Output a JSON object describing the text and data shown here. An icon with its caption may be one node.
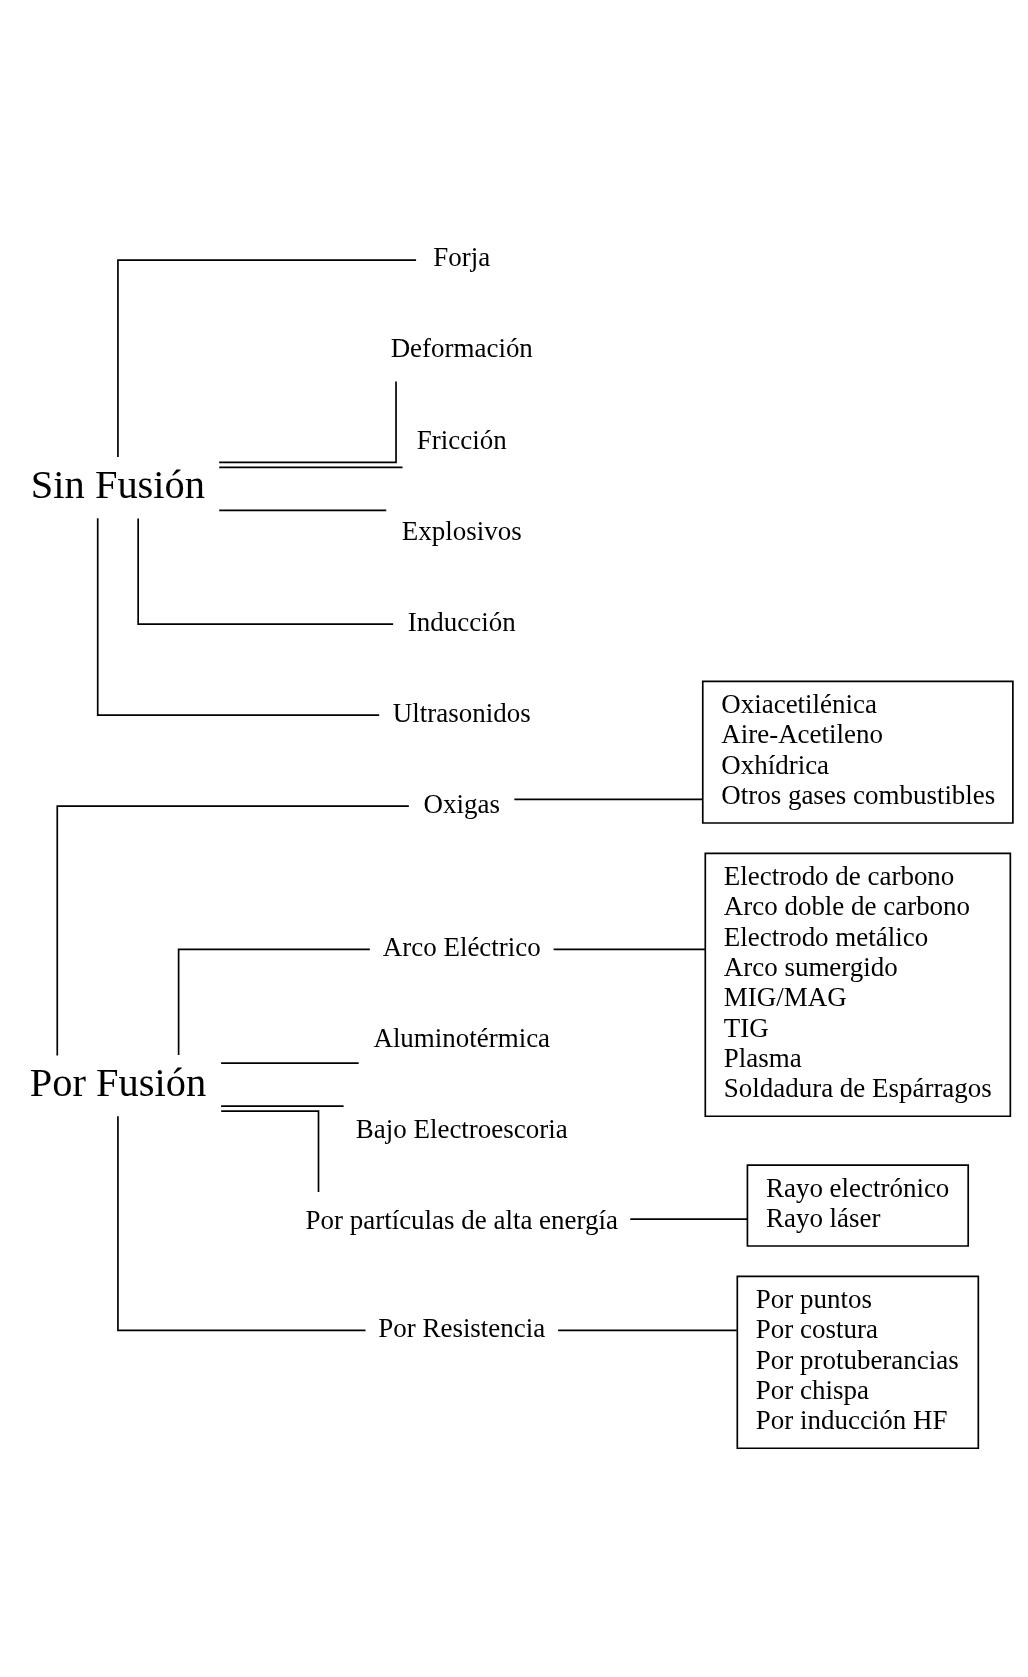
{
  "diagram": {
    "nodes": [
      {
        "text": [
          "Por Fusión"
        ]
      },
      {
        "text": [
          "Oxigas"
        ]
      },
      {
        "text": [
          "Oxiacetilénica",
          "Aire-Acetileno",
          "Oxhídrica",
          "Otros gases combustibles"
        ]
      },
      {
        "text": [
          "Arco Eléctrico"
        ]
      },
      {
        "text": [
          "Electrodo de carbono",
          "Arco doble de carbono",
          "Electrodo metálico",
          "Arco sumergido",
          "MIG/MAG",
          "TIG",
          "Plasma",
          "Soldadura de Espárragos"
        ]
      },
      {
        "text": [
          "Aluminotérmica"
        ]
      },
      {
        "text": [
          "Bajo Electroescoria"
        ]
      },
      {
        "text": [
          "Por partículas de alta energía"
        ]
      },
      {
        "text": [
          "Rayo electrónico",
          "Rayo láser"
        ]
      },
      {
        "text": [
          "Por Resistencia"
        ]
      },
      {
        "text": [
          "Por puntos",
          "Por costura",
          "Por protuberancias",
          "Por chispa",
          "Por inducción HF"
        ]
      },
      {
        "text": [
          "Sin Fusión"
        ]
      },
      {
        "text": [
          "Forja"
        ]
      },
      {
        "text": [
          "Deformación"
        ]
      },
      {
        "text": [
          "Fricción"
        ]
      },
      {
        "text": [
          "Explosivos"
        ]
      },
      {
        "text": [
          "Inducción"
        ]
      },
      {
        "text": [
          "Ultrasonidos"
        ]
      }
    ],
    "edges": [
      {
        "from": 0,
        "to": 1,
        "arrow": "none"
      },
      {
        "from": 1,
        "to": 2,
        "arrow": "none"
      },
      {
        "from": 0,
        "to": 3,
        "arrow": "none"
      },
      {
        "from": 3,
        "to": 4,
        "arrow": "none"
      },
      {
        "from": 0,
        "to": 5,
        "arrow": "none"
      },
      {
        "from": 0,
        "to": 6,
        "arrow": "none"
      },
      {
        "from": 0,
        "to": 7,
        "arrow": "none"
      },
      {
        "from": 7,
        "to": 8,
        "arrow": "none"
      },
      {
        "from": 0,
        "to": 9,
        "arrow": "none"
      },
      {
        "from": 9,
        "to": 10,
        "arrow": "none"
      },
      {
        "from": 11,
        "to": 12,
        "arrow": "none"
      },
      {
        "from": 11,
        "to": 13,
        "arrow": "none"
      },
      {
        "from": 11,
        "to": 14,
        "arrow": "none"
      },
      {
        "from": 11,
        "to": 15,
        "arrow": "none"
      },
      {
        "from": 11,
        "to": 16,
        "arrow": "none"
      },
      {
        "from": 11,
        "to": 17,
        "arrow": "none"
      }
    ]
  }
}
